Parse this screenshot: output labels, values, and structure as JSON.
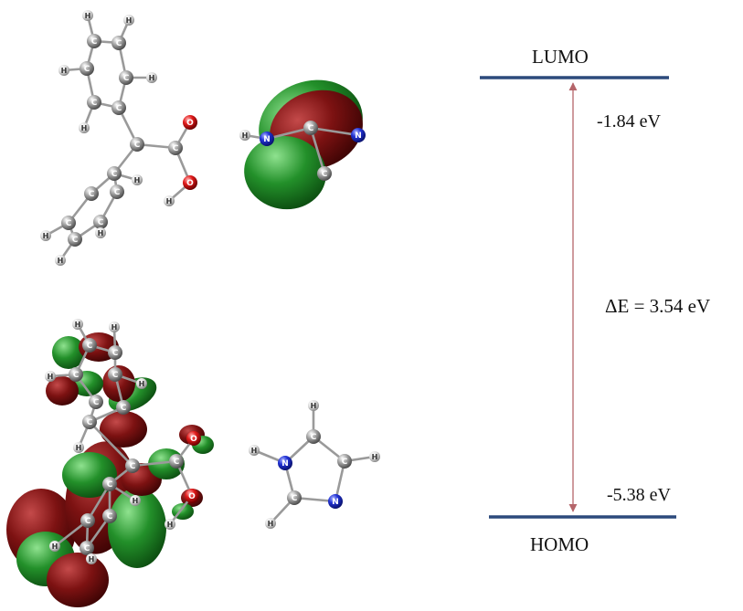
{
  "labels": {
    "lumo": "LUMO",
    "homo": "HOMO",
    "lumo_energy": "-1.84 eV",
    "homo_energy": "-5.38 eV",
    "gap": "ΔE = 3.54 eV"
  },
  "atom_symbols": {
    "carbon": "C",
    "hydrogen": "H",
    "oxygen": "O",
    "nitrogen": "N"
  },
  "colors": {
    "level_line": "#2c4a7c",
    "gap_arrow": "#b5656a",
    "lobe_positive": "#7a1010",
    "lobe_negative": "#1f8a26",
    "carbon": "#8f8f8f",
    "hydrogen": "#d8d8d8",
    "oxygen": "#d61515",
    "nitrogen": "#2233cc",
    "bond": "#9a9a9a"
  }
}
